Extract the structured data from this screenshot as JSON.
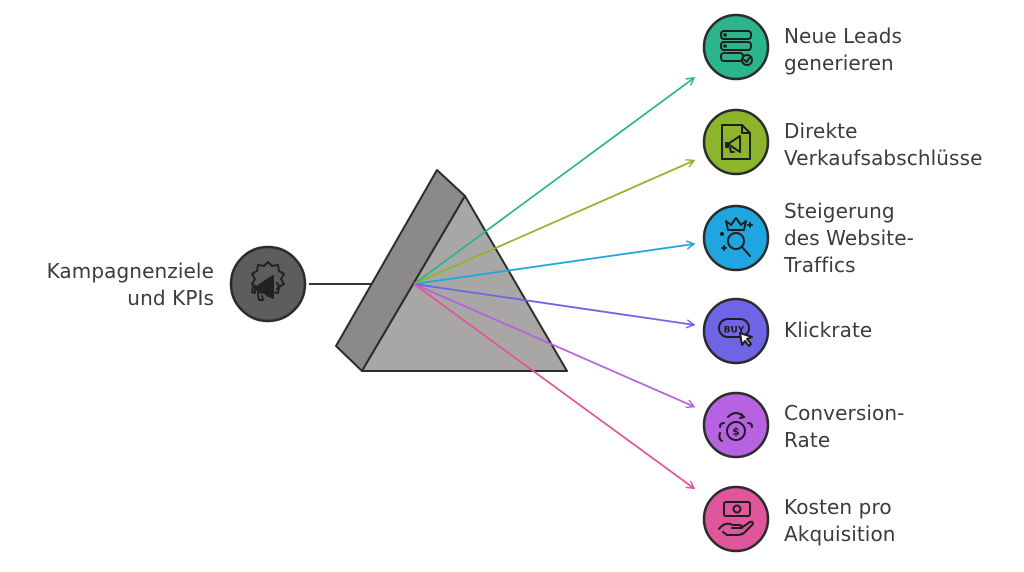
{
  "source": {
    "label_lines": [
      "Kampagnenziele",
      "und KPIs"
    ],
    "icon": "megaphone-badge-icon",
    "color": "#5e5c5c"
  },
  "prism": {
    "front_color": "#a9a6a6",
    "side_color": "#8c8989",
    "stroke_color": "#2b2b2b"
  },
  "outputs": [
    {
      "id": "neue-leads",
      "label_lines": [
        "Neue Leads",
        "generieren"
      ],
      "color": "#2ab58a",
      "icon": "server-check-icon"
    },
    {
      "id": "verkaufsabschluesse",
      "label_lines": [
        "Direkte",
        "Verkaufsabschlüsse"
      ],
      "color": "#8db52b",
      "icon": "megaphone-document-icon"
    },
    {
      "id": "website-traffic",
      "label_lines": [
        "Steigerung",
        "des Website-",
        "Traffics"
      ],
      "color": "#1fa6e0",
      "icon": "crown-person-icon"
    },
    {
      "id": "klickrate",
      "label_lines": [
        "Klickrate"
      ],
      "color": "#6f63e6",
      "icon": "buy-click-icon"
    },
    {
      "id": "conversion-rate",
      "label_lines": [
        "Conversion-",
        "Rate"
      ],
      "color": "#b762e0",
      "icon": "dollar-cycle-icon"
    },
    {
      "id": "kosten-akquisition",
      "label_lines": [
        "Kosten pro",
        "Akquisition"
      ],
      "color": "#e0569c",
      "icon": "money-hand-icon"
    }
  ]
}
